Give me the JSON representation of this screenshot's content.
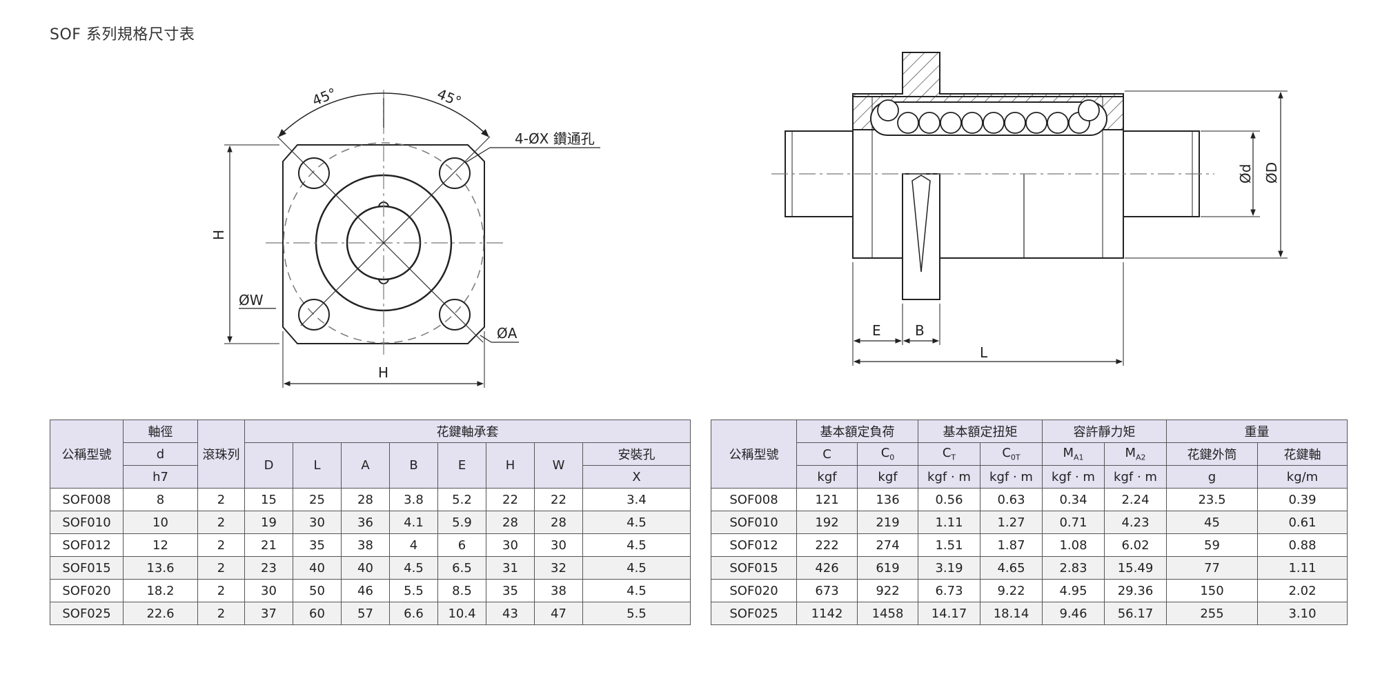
{
  "title": "SOF 系列規格尺寸表",
  "front_view": {
    "angle_left": "45°",
    "angle_right": "45°",
    "hole_label": "4-ØX 鑽通孔",
    "dim_h_vertical": "H",
    "dim_h_horizontal": "H",
    "dim_w": "ØW",
    "dim_a": "ØA"
  },
  "side_view": {
    "dim_d_small": "Ød",
    "dim_d_large": "ØD",
    "dim_e": "E",
    "dim_b": "B",
    "dim_l": "L"
  },
  "left_table": {
    "header": {
      "model": "公稱型號",
      "shaft_dia": "軸徑",
      "shaft_d": "d",
      "shaft_tol": "h7",
      "ball_rows": "滾珠列",
      "sleeve": "花鍵軸承套",
      "D": "D",
      "L": "L",
      "A": "A",
      "B": "B",
      "E": "E",
      "H": "H",
      "W": "W",
      "mount_hole": "安裝孔",
      "X": "X"
    },
    "rows": [
      [
        "SOF008",
        "8",
        "2",
        "15",
        "25",
        "28",
        "3.8",
        "5.2",
        "22",
        "22",
        "3.4"
      ],
      [
        "SOF010",
        "10",
        "2",
        "19",
        "30",
        "36",
        "4.1",
        "5.9",
        "28",
        "28",
        "4.5"
      ],
      [
        "SOF012",
        "12",
        "2",
        "21",
        "35",
        "38",
        "4",
        "6",
        "30",
        "30",
        "4.5"
      ],
      [
        "SOF015",
        "13.6",
        "2",
        "23",
        "40",
        "40",
        "4.5",
        "6.5",
        "31",
        "32",
        "4.5"
      ],
      [
        "SOF020",
        "18.2",
        "2",
        "30",
        "50",
        "46",
        "5.5",
        "8.5",
        "35",
        "38",
        "4.5"
      ],
      [
        "SOF025",
        "22.6",
        "2",
        "37",
        "60",
        "57",
        "6.6",
        "10.4",
        "43",
        "47",
        "5.5"
      ]
    ]
  },
  "right_table": {
    "header": {
      "model": "公稱型號",
      "basic_load": "基本額定負荷",
      "basic_torque": "基本額定扭矩",
      "static_moment": "容許靜力矩",
      "weight": "重量",
      "C": "C",
      "C0_main": "C",
      "C0_sub": "0",
      "CT_main": "C",
      "CT_sub": "T",
      "C0T_main": "C",
      "C0T_sub": "0T",
      "MA1_main": "M",
      "MA1_sub": "A1",
      "MA2_main": "M",
      "MA2_sub": "A2",
      "outer": "花鍵外筒",
      "shaft": "花鍵軸",
      "u_kgf1": "kgf",
      "u_kgf2": "kgf",
      "u_kgfm1": "kgf · m",
      "u_kgfm2": "kgf · m",
      "u_kgfm3": "kgf · m",
      "u_kgfm4": "kgf · m",
      "u_g": "g",
      "u_kgm": "kg/m"
    },
    "rows": [
      [
        "SOF008",
        "121",
        "136",
        "0.56",
        "0.63",
        "0.34",
        "2.24",
        "23.5",
        "0.39"
      ],
      [
        "SOF010",
        "192",
        "219",
        "1.11",
        "1.27",
        "0.71",
        "4.23",
        "45",
        "0.61"
      ],
      [
        "SOF012",
        "222",
        "274",
        "1.51",
        "1.87",
        "1.08",
        "6.02",
        "59",
        "0.88"
      ],
      [
        "SOF015",
        "426",
        "619",
        "3.19",
        "4.65",
        "2.83",
        "15.49",
        "77",
        "1.11"
      ],
      [
        "SOF020",
        "673",
        "922",
        "6.73",
        "9.22",
        "4.95",
        "29.36",
        "150",
        "2.02"
      ],
      [
        "SOF025",
        "1142",
        "1458",
        "14.17",
        "18.14",
        "9.46",
        "56.17",
        "255",
        "3.10"
      ]
    ]
  }
}
